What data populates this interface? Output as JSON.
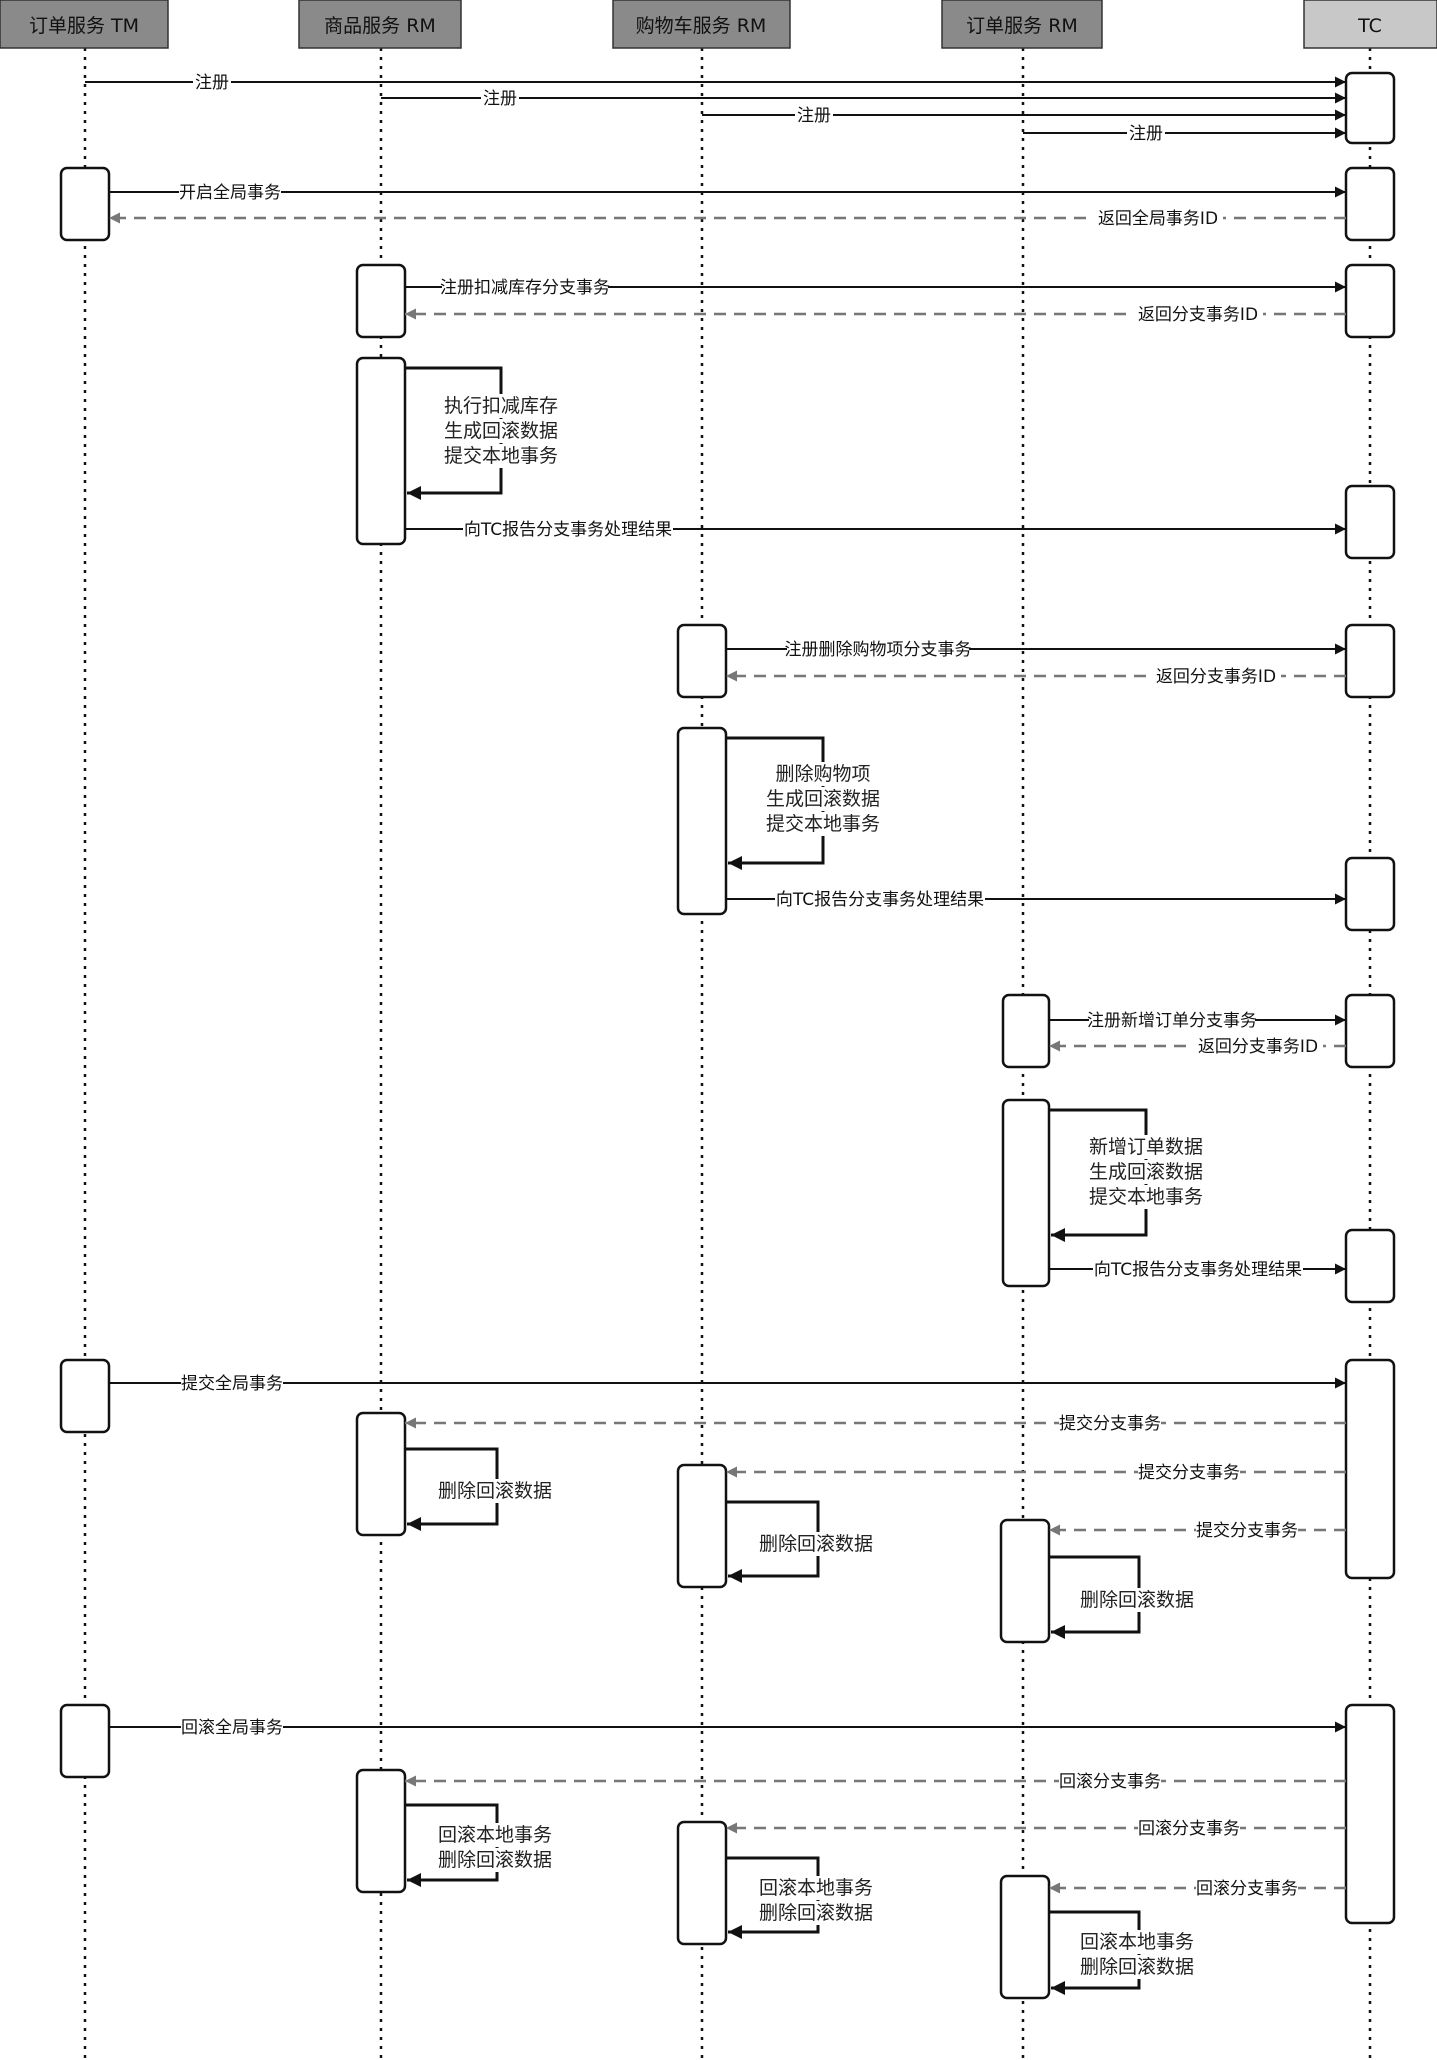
{
  "colors": {
    "header_fill": "#8a8a8a",
    "header_fill_tc": "#c8c8c8",
    "line": "#111111",
    "dashed": "#777777"
  },
  "participants": [
    {
      "id": "tm",
      "label": "订单服务 TM"
    },
    {
      "id": "prod",
      "label": "商品服务 RM"
    },
    {
      "id": "cart",
      "label": "购物车服务 RM"
    },
    {
      "id": "ord",
      "label": "订单服务 RM"
    },
    {
      "id": "tc",
      "label": "TC"
    }
  ],
  "messages": {
    "reg1": "注册",
    "reg2": "注册",
    "reg3": "注册",
    "reg4": "注册",
    "begin_global": "开启全局事务",
    "return_global_id": "返回全局事务ID",
    "reg_stock_branch": "注册扣减库存分支事务",
    "return_branch_id_1": "返回分支事务ID",
    "report_1": "向TC报告分支事务处理结果",
    "reg_cart_branch": "注册删除购物项分支事务",
    "return_branch_id_2": "返回分支事务ID",
    "report_2": "向TC报告分支事务处理结果",
    "reg_order_branch": "注册新增订单分支事务",
    "return_branch_id_3": "返回分支事务ID",
    "report_3": "向TC报告分支事务处理结果",
    "commit_global": "提交全局事务",
    "commit_branch_1": "提交分支事务",
    "commit_branch_2": "提交分支事务",
    "commit_branch_3": "提交分支事务",
    "rollback_global": "回滚全局事务",
    "rollback_branch_1": "回滚分支事务",
    "rollback_branch_2": "回滚分支事务",
    "rollback_branch_3": "回滚分支事务"
  },
  "notes": {
    "stock_local": [
      "执行扣减库存",
      "生成回滚数据",
      "提交本地事务"
    ],
    "cart_local": [
      "删除购物项",
      "生成回滚数据",
      "提交本地事务"
    ],
    "order_local": [
      "新增订单数据",
      "生成回滚数据",
      "提交本地事务"
    ],
    "commit_prod": [
      "删除回滚数据"
    ],
    "commit_cart": [
      "删除回滚数据"
    ],
    "commit_ord": [
      "删除回滚数据"
    ],
    "rollback_prod": [
      "回滚本地事务",
      "删除回滚数据"
    ],
    "rollback_cart": [
      "回滚本地事务",
      "删除回滚数据"
    ],
    "rollback_ord": [
      "回滚本地事务",
      "删除回滚数据"
    ]
  }
}
